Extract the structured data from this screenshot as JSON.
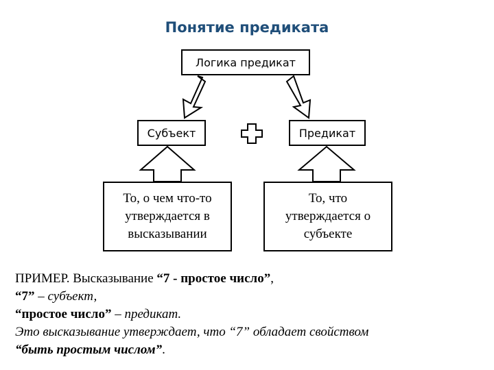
{
  "title": "Понятие предиката",
  "boxes": {
    "logic": "Логика предикат",
    "subject": "Субъект",
    "predicate": "Предикат",
    "subject_def": [
      "То, о чем что-то",
      "утверждается в",
      "высказывании"
    ],
    "predicate_def": [
      "То, что",
      "утверждается о",
      "субъекте"
    ]
  },
  "icons": {
    "plus": "plus-icon",
    "arrows": [
      "down-arrow-left",
      "down-arrow-right",
      "up-arrow-subject",
      "up-arrow-predicate"
    ]
  },
  "example": {
    "line1_prefix": "ПРИМЕР. Высказывание ",
    "line1_quote": "“7 - простое число”",
    "line1_suffix": ",",
    "line2_quote": "“7”",
    "line2_rest": " – субъект,",
    "line3_quote": "“простое число”",
    "line3_rest": " – предикат.",
    "line4": "Это высказывание утверждает, что “7” обладает свойством",
    "line5_quote": "“быть простым числом”",
    "line5_suffix": "."
  }
}
